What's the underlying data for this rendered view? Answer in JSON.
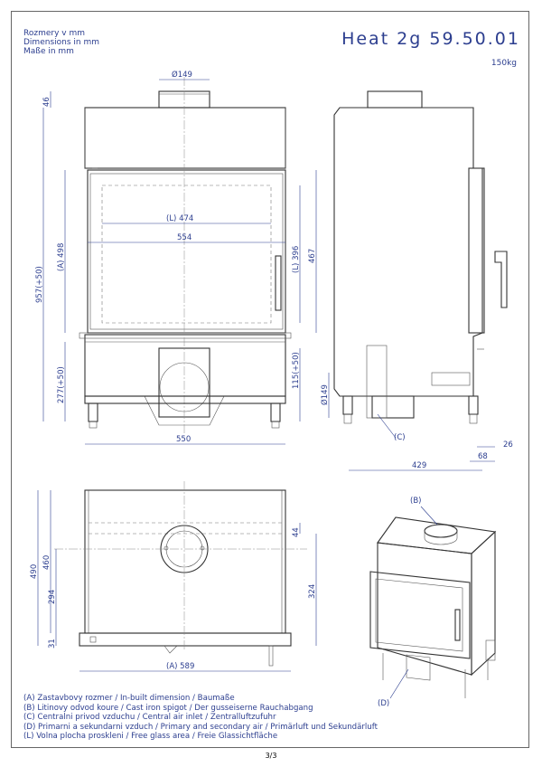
{
  "header": {
    "lines": [
      "Rozmery v mm",
      "Dimensions in mm",
      "Maße in mm"
    ],
    "model": "Heat 2g 59.50.01",
    "weight": "150kg"
  },
  "dimensions": {
    "front": {
      "spigot_dia": "Ø149",
      "top_height": "46",
      "glass_width": "(L) 474",
      "opening_width": "554",
      "total_height": "957(+50)",
      "inbuilt_height": "(A) 498",
      "glass_height": "(L) 396",
      "opening_height": "467",
      "leg_height": "277(+50)",
      "air_height": "115(+50)",
      "base_width": "550"
    },
    "side": {
      "air_dia": "Ø149",
      "marker": "(C)",
      "depth": "429",
      "rear": "68",
      "leg_offset": "26"
    },
    "top": {
      "depth_total": "490",
      "depth_inner": "460",
      "spigot_offset": "294",
      "front_offset": "31",
      "spigot_back": "44",
      "spigot_front": "324",
      "width": "(A) 589"
    },
    "iso": {
      "marker_b": "(B)",
      "marker_d": "(D)"
    }
  },
  "legend": [
    "(A)  Zastavbovy rozmer / In-built dimension / Baumaße",
    "(B)  Litinovy odvod koure / Cast iron spigot / Der gusseiserne Rauchabgang",
    "(C)  Centralni privod vzduchu / Central air inlet / Zentralluftzufuhr",
    "(D)  Primarni a sekundarni vzduch / Primary and secondary air / Primärluft und Sekundärluft",
    "(L)  Volna plocha proskleni / Free glass area / Freie Glassichtfläche"
  ],
  "page": "3/3",
  "colors": {
    "annotation": "#2c3e8f",
    "outline": "#333333"
  }
}
